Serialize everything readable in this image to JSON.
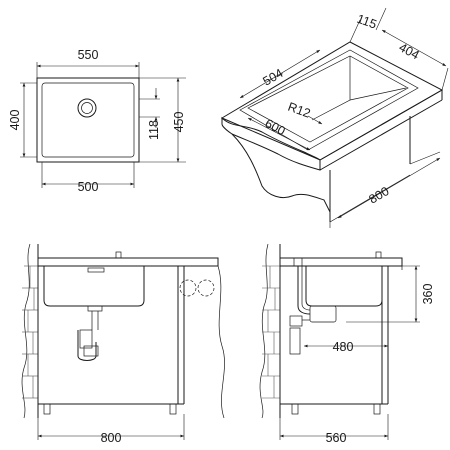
{
  "top_view": {
    "outer_width": "550",
    "outer_depth": "400",
    "inner_width": "500",
    "inner_depth": "450",
    "drain_offset": "118"
  },
  "perspective_view": {
    "flange": "115",
    "bowl_depth": "404",
    "bowl_length": "504",
    "radius": "R12",
    "cabinet_width": "600",
    "cabinet_depth": "800"
  },
  "front_view": {
    "cabinet_width": "800"
  },
  "side_view": {
    "bowl_height": "360",
    "drain_depth": "480",
    "cabinet_depth": "560"
  }
}
